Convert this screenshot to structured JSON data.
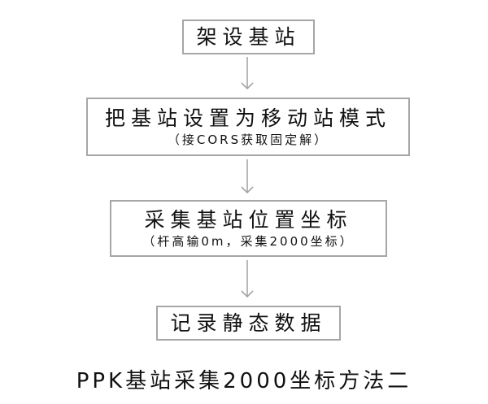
{
  "flowchart": {
    "steps": [
      {
        "label": "架设基站"
      },
      {
        "label": "把基站设置为移动站模式",
        "note": "（接CORS获取固定解）"
      },
      {
        "label": "采集基站位置坐标",
        "note": "（杆高输0m，采集2000坐标）"
      },
      {
        "label": "记录静态数据"
      }
    ],
    "arrow_color": "#a6a6a6",
    "border_color": "#a6a6a6"
  },
  "caption": "PPK基站采集2000坐标方法二"
}
